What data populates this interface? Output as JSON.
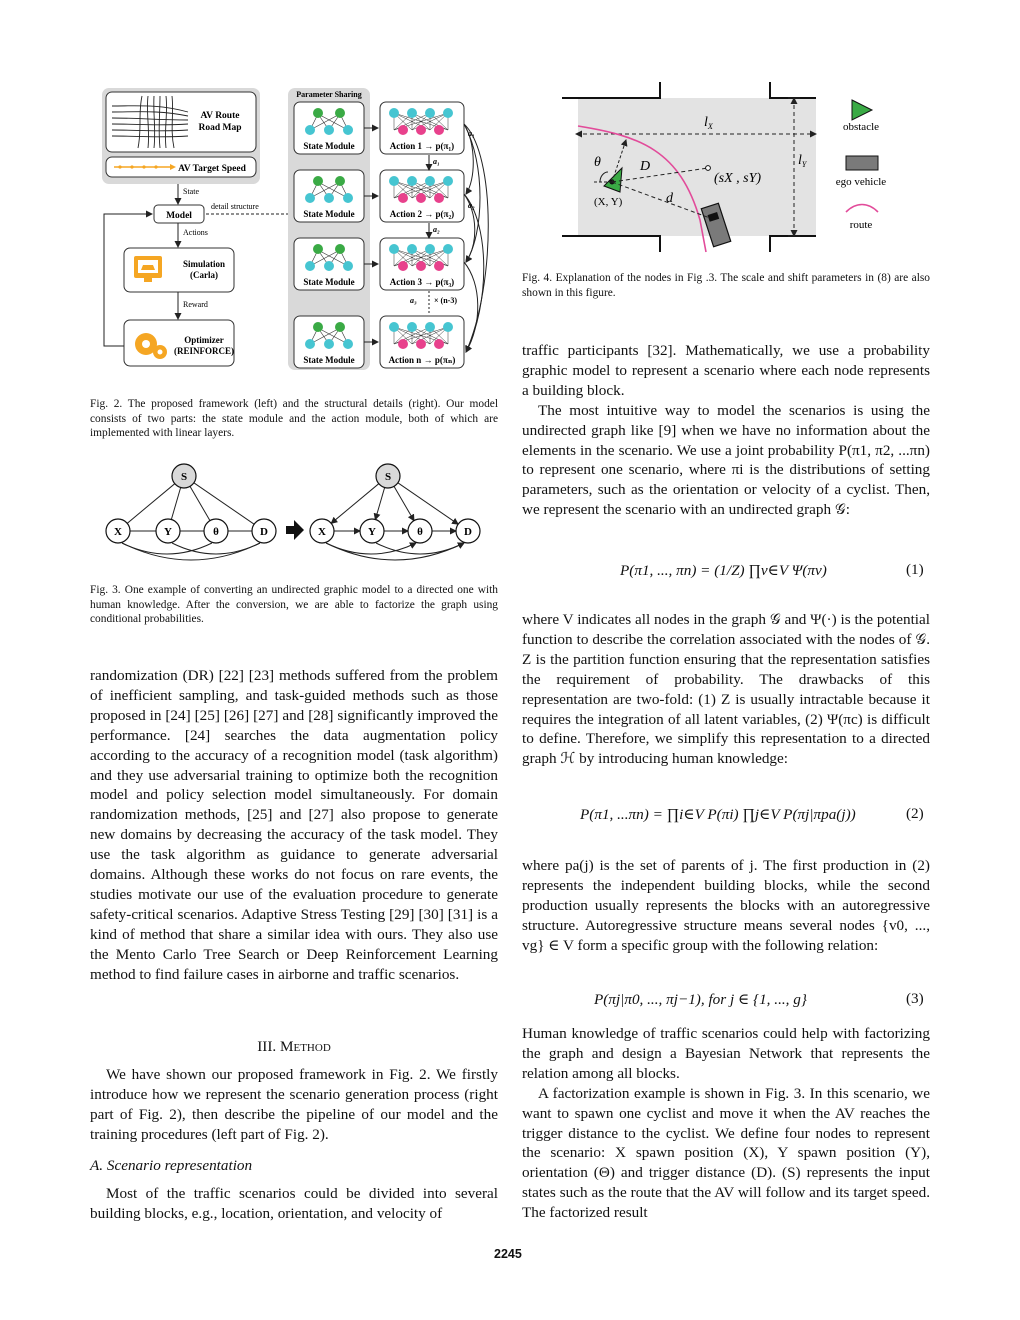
{
  "fig2": {
    "route_map": "AV Route\nRoad Map",
    "target_speed": "AV Target Speed",
    "state": "State",
    "model": "Model",
    "detail_structure": "detail structure",
    "actions": "Actions",
    "simulation": "Simulation\n(Carla)",
    "reward": "Reward",
    "optimizer": "Optimizer\n(REINFORCE)",
    "parameter_sharing": "Parameter Sharing",
    "state_module": "State Module",
    "action1": "Action 1 → p(π₁)",
    "action2": "Action 2 → p(π₂)",
    "action3": "Action 3 → p(π₃)",
    "actionn": "Action n → p(πₙ)",
    "a1": "a₁",
    "a2": "a₂",
    "a3": "a₃",
    "repeat": "× (n-3)",
    "caption": "Fig. 2.   The proposed framework (left) and the structural details (right). Our model consists of two parts: the state module and the action module, both of which are implemented with linear layers."
  },
  "fig3": {
    "nodes": [
      "S",
      "X",
      "Y",
      "θ",
      "D"
    ],
    "caption": "Fig. 3.   One example of converting an undirected graphic model to a directed one with human knowledge. After the conversion, we are able to factorize the graph using conditional probabilities."
  },
  "fig4": {
    "lx": "l",
    "lx_sub": "X",
    "ly": "l",
    "ly_sub": "Y",
    "theta": "θ",
    "D": "D",
    "d": "d",
    "sxsy": "(sX , sY)",
    "xy": "(X, Y)",
    "legend": [
      "obstacle",
      "ego vehicle",
      "route"
    ],
    "caption": "Fig. 4.   Explanation of the nodes in Fig .3. The scale and shift parameters in (8) are also shown in this figure."
  },
  "left": {
    "para1": "randomization (DR) [22] [23] methods suffered from the problem of inefficient sampling, and task-guided methods such as those proposed in [24] [25] [26] [27] and [28] significantly improved the performance. [24] searches the data augmentation policy according to the accuracy of a recognition model (task algorithm) and they use adversarial training to optimize both the recognition model and policy selection model simultaneously. For domain randomization methods, [25] and [27] also propose to generate new domains by decreasing the accuracy of the task model. They use the task algorithm as guidance to generate adversarial domains. Although these works do not focus on rare events, the studies motivate our use of the evaluation procedure to generate safety-critical scenarios. Adaptive Stress Testing [29] [30] [31] is a kind of method that share a similar idea with ours. They also use the Mento Carlo Tree Search or Deep Reinforcement Learning method to find failure cases in airborne and traffic scenarios.",
    "section": "III. Method",
    "para2": "We have shown our proposed framework in Fig. 2. We firstly introduce how we represent the scenario generation process (right part of Fig. 2), then describe the pipeline of our model and the training procedures (left part of Fig. 2).",
    "subsection": "A. Scenario representation",
    "para3": "Most of the traffic scenarios could be divided into several building blocks, e.g., location, orientation, and velocity of"
  },
  "right": {
    "para1": "traffic participants [32]. Mathematically, we use a probability graphic model to represent a scenario where each node represents a building block.",
    "para2": "The most intuitive way to model the scenarios is using the undirected graph like [9] when we have no information about the elements in the scenario. We use a joint probability P(π1, π2, ...πn) to represent one scenario, where πi is the distributions of setting parameters, such as the orientation or velocity of a cyclist. Then, we represent the scenario with an undirected graph 𝒢:",
    "eq1": "P(π1, ..., πn) = (1/Z) ∏v∈V Ψ(πv)",
    "eq1_num": "(1)",
    "para3": "where V indicates all nodes in the graph 𝒢 and Ψ(·) is the potential function to describe the correlation associated with the nodes of 𝒢. Z is the partition function ensuring that the representation satisfies the requirement of probability. The drawbacks of this representation are two-fold: (1) Z is usually intractable because it requires the integration of all latent variables, (2) Ψ(πc) is difficult to define. Therefore, we simplify this representation to a directed graph ℋ by introducing human knowledge:",
    "eq2": "P(π1, ...πn) = ∏i∈V P(πi) ∏j∈V P(πj|πpa(j))",
    "eq2_num": "(2)",
    "para4": "where pa(j) is the set of parents of j. The first production in (2) represents the independent building blocks, while the second production usually represents the blocks with an autoregressive structure. Autoregressive structure means several nodes {v0, ..., vg} ∈ V form a specific group with the following relation:",
    "eq3": "P(πj|π0, ..., πj−1),   for j ∈ {1, ..., g}",
    "eq3_num": "(3)",
    "para5": "Human knowledge of traffic scenarios could help with factorizing the graph and design a Bayesian Network that represents the relation among all blocks.",
    "para6": "A factorization example is shown in Fig. 3. In this scenario, we want to spawn one cyclist and move it when the AV reaches the trigger distance to the cyclist. We define four nodes to represent the scenario: X spawn position (X), Y spawn position (Y), orientation (Θ) and trigger distance (D). (S) represents the input states such as the route that the AV will follow and its target speed. The factorized result"
  },
  "page_number": "2245",
  "colors": {
    "green": "#3aaa45",
    "cyan": "#46c5d1",
    "pink": "#e8418c",
    "panel": "#d9d9d9",
    "orange": "#f5a623",
    "route": "#e24b9a"
  }
}
